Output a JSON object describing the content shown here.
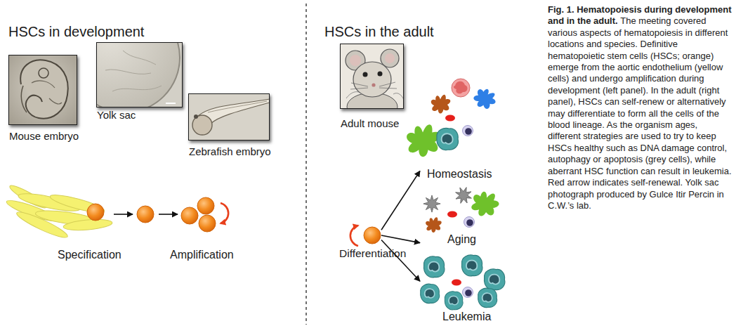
{
  "diagram": {
    "title": "Fig. 1. Hematopoiesis during development and in the adult.",
    "caption": "The meeting covered various aspects of hematopoiesis in different locations and species. Definitive hematopoietic stem cells (HSCs; orange) emerge from the aortic endothelium (yellow cells) and undergo amplification during development (left panel). In the adult (right panel), HSCs can self-renew or alternatively may differentiate to form all the cells of the blood lineage. As the organism ages, different strategies are used to try to keep HSCs healthy such as DNA damage control, autophagy or apoptosis (grey cells), while aberrant HSC function can result in leukemia. Red arrow indicates self-renewal. Yolk sac photograph produced by Gulce Itir Percin in C.W.’s lab.",
    "nodes": [
      {
        "text": [
          "Mouse embryo"
        ]
      },
      {
        "text": [
          "Yolk sac"
        ]
      },
      {
        "text": [
          "Zebrafish embryo"
        ]
      },
      {
        "text": [
          "Specification"
        ]
      },
      {
        "text": [
          "Amplification"
        ]
      },
      {
        "text": [
          "Adult mouse"
        ]
      },
      {
        "text": [
          "Differentiation"
        ]
      },
      {
        "text": [
          "Homeostasis"
        ]
      },
      {
        "text": [
          "Aging"
        ]
      },
      {
        "text": [
          "Leukemia"
        ]
      }
    ],
    "edges": [
      {
        "from": 6,
        "to": 7,
        "arrow": "to"
      },
      {
        "from": 6,
        "to": 8,
        "arrow": "to"
      },
      {
        "from": 6,
        "to": 9,
        "arrow": "to"
      }
    ],
    "labels": [
      "HSCs in development",
      "HSCs in the adult"
    ]
  }
}
